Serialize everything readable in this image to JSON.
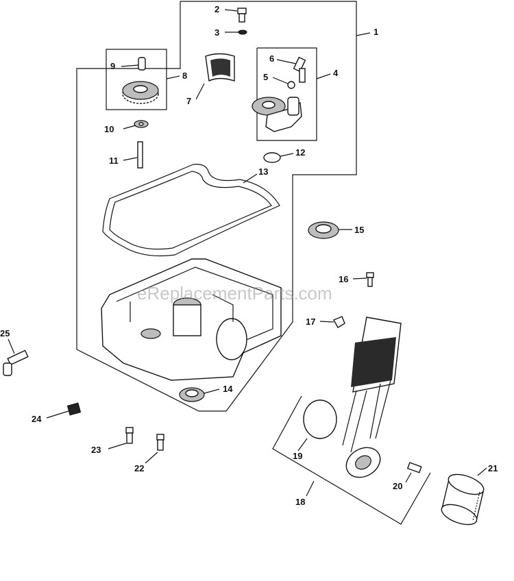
{
  "watermark": "eReplacementParts.com",
  "callouts": {
    "c1": "1",
    "c2": "2",
    "c3": "3",
    "c4": "4",
    "c5": "5",
    "c6": "6",
    "c7": "7",
    "c8": "8",
    "c9": "9",
    "c10": "10",
    "c11": "11",
    "c12": "12",
    "c13": "13",
    "c14": "14",
    "c15": "15",
    "c16": "16",
    "c17": "17",
    "c18": "18",
    "c19": "19",
    "c20": "20",
    "c21": "21",
    "c22": "22",
    "c23": "23",
    "c24": "24",
    "c25": "25"
  }
}
